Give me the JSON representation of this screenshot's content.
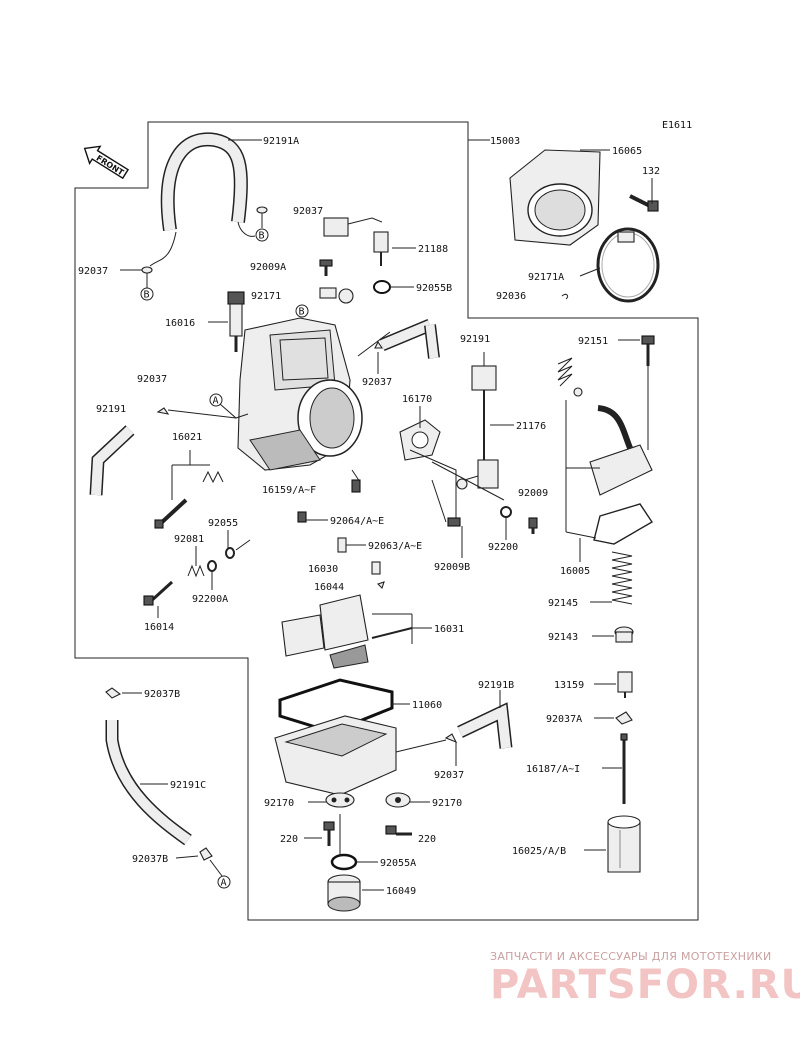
{
  "diagram_id": "E1611",
  "front_label": "FRONT",
  "labels": {
    "p92191A": "92191A",
    "p15003": "15003",
    "p16065": "16065",
    "p132": "132",
    "p92037a": "92037",
    "p21188": "21188",
    "p92037b": "92037",
    "p92009A": "92009A",
    "p92171": "92171",
    "p92055B": "92055B",
    "p92171A": "92171A",
    "p92036": "92036",
    "p16016": "16016",
    "p92191": "92191",
    "p92151": "92151",
    "p92037c": "92037",
    "p92037d": "92037",
    "p16170": "16170",
    "p92191b": "92191",
    "p21176": "21176",
    "p16021": "16021",
    "p16159": "16159/A~F",
    "p92009": "92009",
    "p92055": "92055",
    "p92064": "92064/A~E",
    "p92200": "92200",
    "p92081": "92081",
    "p92063": "92063/A~E",
    "p92009B": "92009B",
    "p16005": "16005",
    "p16030": "16030",
    "p16044": "16044",
    "p92200A": "92200A",
    "p92145": "92145",
    "p16014": "16014",
    "p16031": "16031",
    "p92143": "92143",
    "p92037B1": "92037B",
    "p11060": "11060",
    "p92191B": "92191B",
    "p13159": "13159",
    "p92037A": "92037A",
    "p92037e": "92037",
    "p92191C": "92191C",
    "p16187": "16187/A~I",
    "p92170a": "92170",
    "p92170b": "92170",
    "p220a": "220",
    "p220b": "220",
    "p92037B2": "92037B",
    "p92055A": "92055A",
    "p16025": "16025/A/B",
    "p16049": "16049",
    "refA1": "A",
    "refA2": "A",
    "refB1": "B",
    "refB2": "B",
    "refB3": "B"
  },
  "watermark": {
    "line1": "ЗАПЧАСТИ И АКСЕССУАРЫ ДЛЯ МОТОТЕХНИКИ",
    "logo": "PARTSFOR.RU"
  }
}
